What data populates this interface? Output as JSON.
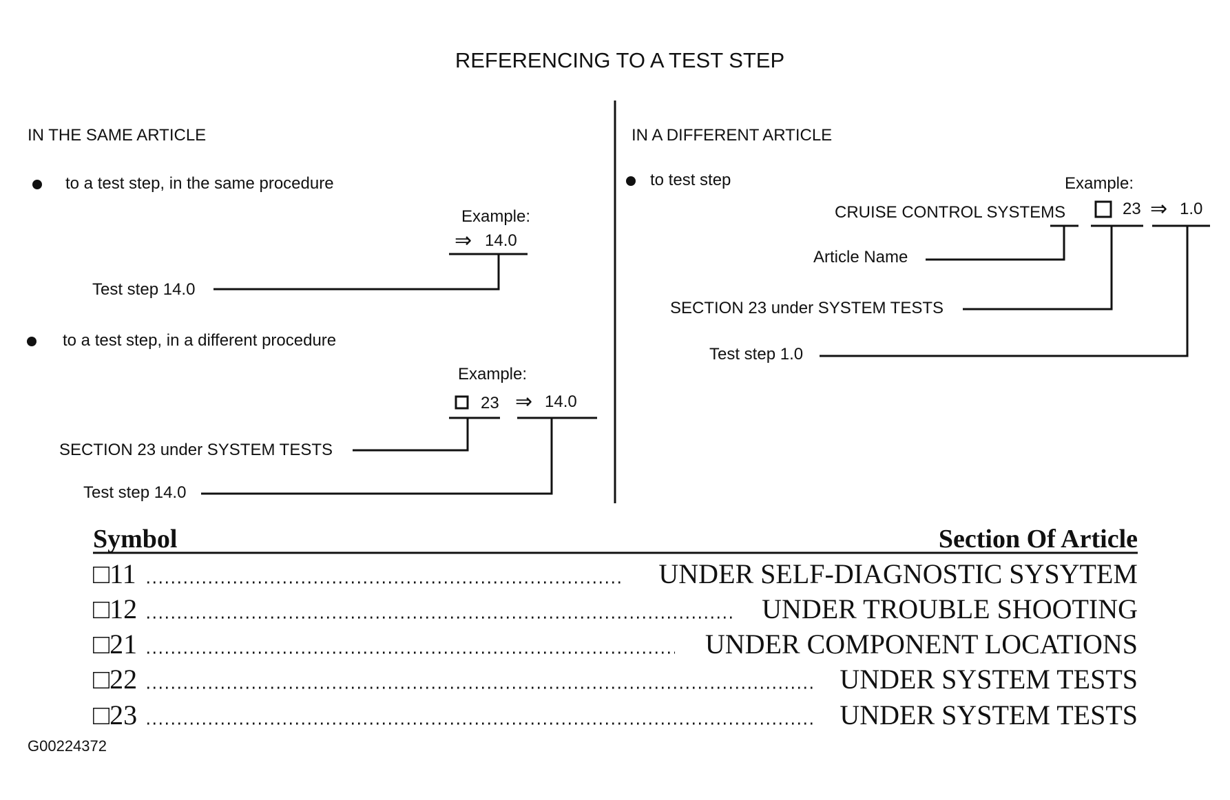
{
  "title": "REFERENCING TO A TEST STEP",
  "left": {
    "heading": "IN THE SAME ARTICLE",
    "bullet1": {
      "text": "to a test step, in the same procedure",
      "example_label": "Example:",
      "arrow": "⇒",
      "step": "14.0",
      "callout": "Test step 14.0"
    },
    "bullet2": {
      "text": "to a test step, in a different procedure",
      "example_label": "Example:",
      "section": "23",
      "arrow": "⇒",
      "step": "14.0",
      "callout_section": "SECTION 23 under SYSTEM TESTS",
      "callout_step": "Test step 14.0"
    }
  },
  "right": {
    "heading": "IN A DIFFERENT ARTICLE",
    "bullet1": {
      "text": "to test step",
      "example_label": "Example:",
      "article": "CRUISE CONTROL SYSTEMS",
      "section": "23",
      "arrow": "⇒",
      "step": "1.0",
      "callout_article": "Article Name",
      "callout_section": "SECTION 23 under SYSTEM TESTS",
      "callout_step": "Test step 1.0"
    }
  },
  "table": {
    "header_symbol": "Symbol",
    "header_section": "Section Of Article",
    "rows": [
      {
        "symbol": "□11",
        "section": "UNDER SELF-DIAGNOSTIC SYSYTEM"
      },
      {
        "symbol": "□12",
        "section": "UNDER TROUBLE SHOOTING"
      },
      {
        "symbol": "□21",
        "section": "UNDER COMPONENT LOCATIONS"
      },
      {
        "symbol": "□22",
        "section": "UNDER SYSTEM TESTS"
      },
      {
        "symbol": "□23",
        "section": "UNDER SYSTEM TESTS"
      }
    ]
  },
  "figure_id": "G00224372"
}
